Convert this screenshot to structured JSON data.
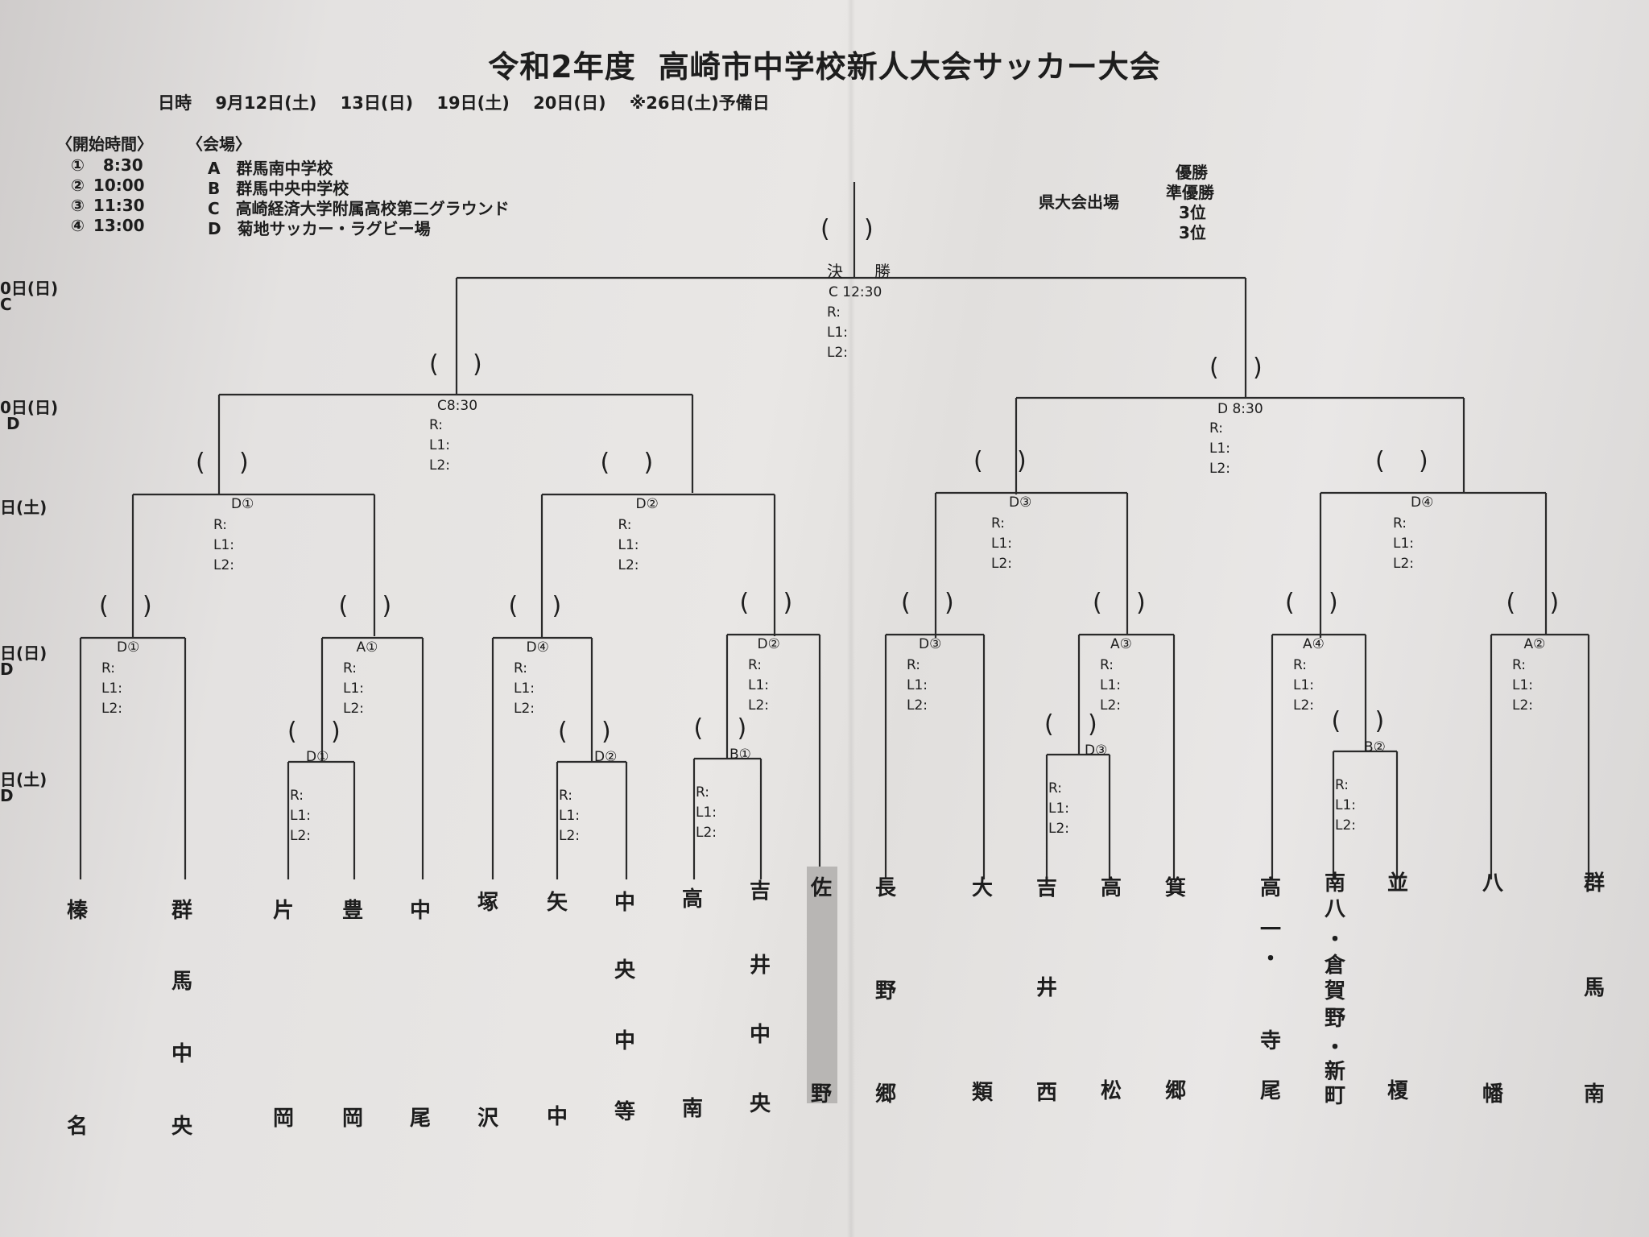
{
  "title": {
    "main": "令和2年度",
    "sub": "高崎市中学校新人大会サッカー大会"
  },
  "date_line": {
    "label": "日時",
    "dates": [
      "9月12日(土)",
      "13日(日)",
      "19日(土)",
      "20日(日)"
    ],
    "reserve": "※26日(土)予備日"
  },
  "start_times": {
    "header": "〈開始時間〉",
    "items": [
      {
        "mark": "①",
        "time": "8:30"
      },
      {
        "mark": "②",
        "time": "10:00"
      },
      {
        "mark": "③",
        "time": "11:30"
      },
      {
        "mark": "④",
        "time": "13:00"
      }
    ]
  },
  "venues": {
    "header": "〈会場〉",
    "items": [
      {
        "code": "A",
        "name": "群馬南中学校"
      },
      {
        "code": "B",
        "name": "群馬中央中学校"
      },
      {
        "code": "C",
        "name": "高崎経済大学附属高校第二グラウンド"
      },
      {
        "code": "D",
        "name": "菊地サッカー・ラグビー場"
      }
    ]
  },
  "prefectural": {
    "label": "県大会出場",
    "ranks": [
      "優勝",
      "準優勝",
      "3位",
      "3位"
    ]
  },
  "side_labels": [
    "0日(日)",
    "C",
    "0日(日)",
    "D",
    "日(土)",
    "日(日)",
    "D",
    "日(土)",
    "D"
  ],
  "final": {
    "label_left": "決",
    "label_right": "勝",
    "info": "C 12:30"
  },
  "match_lines": [
    "R:",
    "L1:",
    "L2:"
  ],
  "matches": {
    "sf_left": "C8:30",
    "sf_right": "D 8:30",
    "qf1": "D①",
    "qf2": "D②",
    "qf3": "D③",
    "qf4": "D④",
    "r2_1": "D①",
    "r2_2": "A①",
    "r2_3": "D④",
    "r2_4": "D②",
    "r2_5": "D③",
    "r2_6": "A③",
    "r2_7": "A④",
    "r2_8": "A②",
    "r1_1": "D①",
    "r1_2": "D②",
    "r1_3": "B①",
    "r1_4": "D③",
    "r1_5": "B②"
  },
  "paren_open": "(",
  "paren_close": ")",
  "teams": [
    [
      "榛",
      "名"
    ],
    [
      "群",
      "馬",
      "中",
      "央"
    ],
    [
      "片",
      "岡"
    ],
    [
      "豊",
      "岡"
    ],
    [
      "中",
      "尾"
    ],
    [
      "塚",
      "沢"
    ],
    [
      "矢",
      "中"
    ],
    [
      "中",
      "央",
      "中",
      "等"
    ],
    [
      "高",
      "南"
    ],
    [
      "吉",
      "井",
      "中",
      "央"
    ],
    [
      "佐",
      "野"
    ],
    [
      "長",
      "野",
      "郷"
    ],
    [
      "大",
      "類"
    ],
    [
      "吉",
      "井",
      "西"
    ],
    [
      "高",
      "松"
    ],
    [
      "箕",
      "郷"
    ],
    [
      "高",
      "一",
      "・",
      "寺",
      "尾"
    ],
    [
      "南",
      "八",
      "・",
      "倉",
      "賀",
      "野",
      "・",
      "新",
      "町"
    ],
    [
      "並",
      "榎"
    ],
    [
      "八",
      "幡"
    ],
    [
      "群",
      "馬",
      "南"
    ]
  ]
}
